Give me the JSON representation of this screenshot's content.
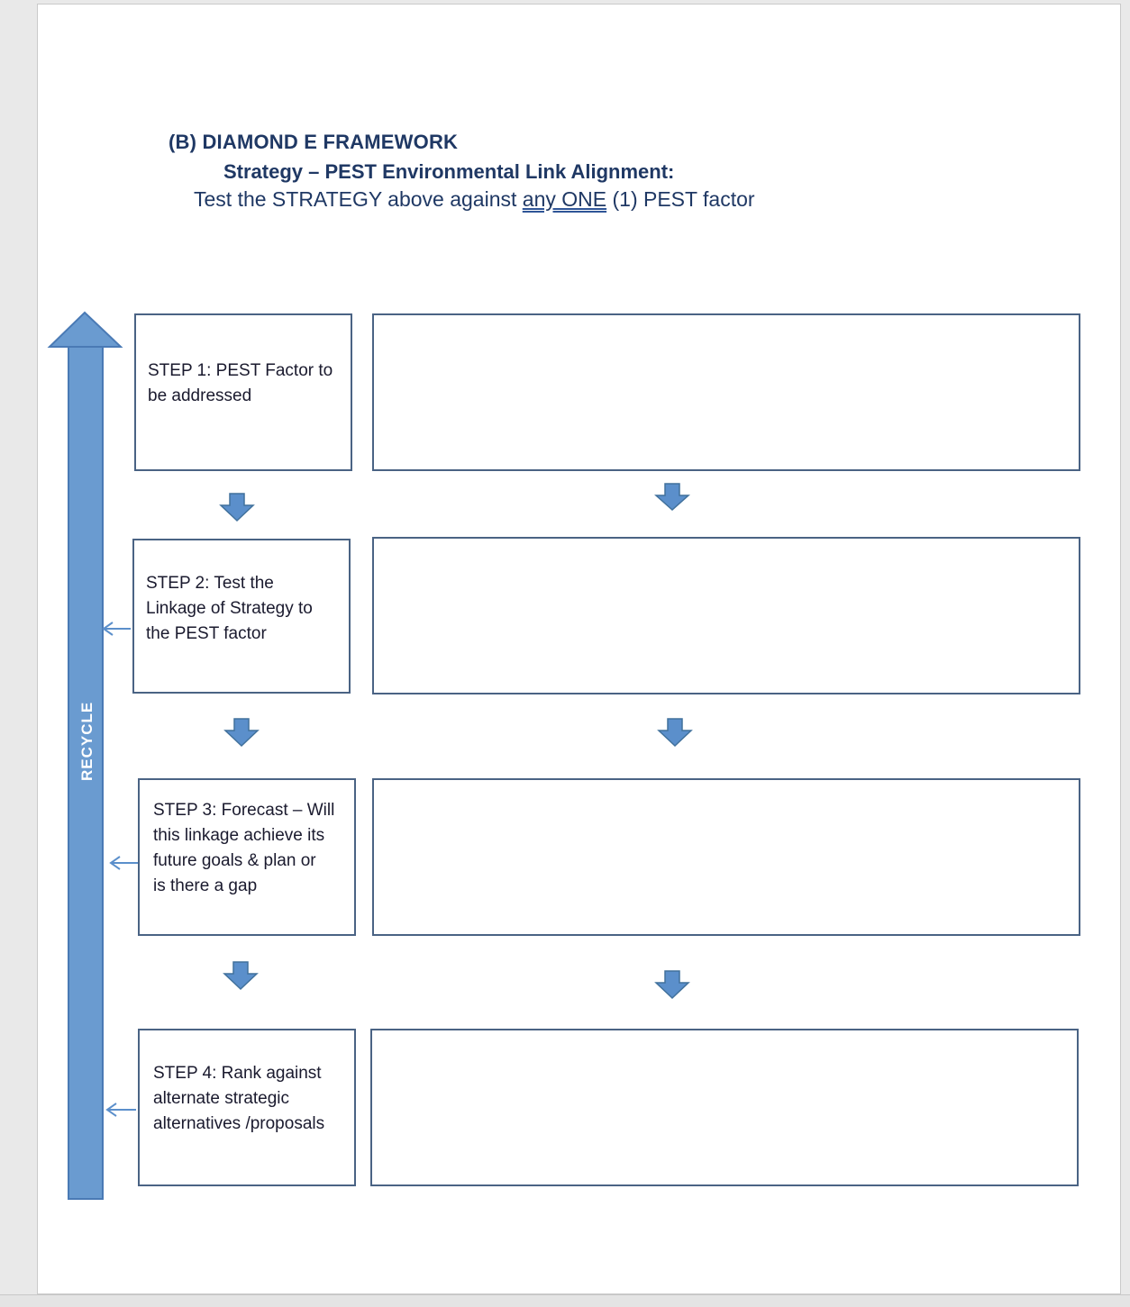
{
  "header": {
    "line1": "(B)  DIAMOND E FRAMEWORK",
    "line2": "Strategy – PEST Environmental Link Alignment:",
    "line3_before": "Test the STRATEGY above against ",
    "line3_underlined": "any ONE",
    "line3_after": " (1) PEST factor"
  },
  "side_arrow": {
    "label": "RECYCLE",
    "color": "#6a9bd0"
  },
  "steps": [
    {
      "lines": [
        "STEP 1: PEST Factor to",
        "be addressed"
      ]
    },
    {
      "lines": [
        "STEP 2:  Test the",
        "Linkage of Strategy to",
        "the PEST factor"
      ]
    },
    {
      "lines": [
        "STEP 3:  Forecast – Will",
        "this linkage achieve its",
        "future goals & plan or",
        "is there a gap"
      ]
    },
    {
      "lines": [
        "STEP 4:  Rank against",
        "alternate strategic",
        "alternatives /proposals"
      ]
    }
  ],
  "colors": {
    "box_border": "#4a6384",
    "arrow_fill": "#5b8fcb",
    "heading": "#1f3864"
  }
}
